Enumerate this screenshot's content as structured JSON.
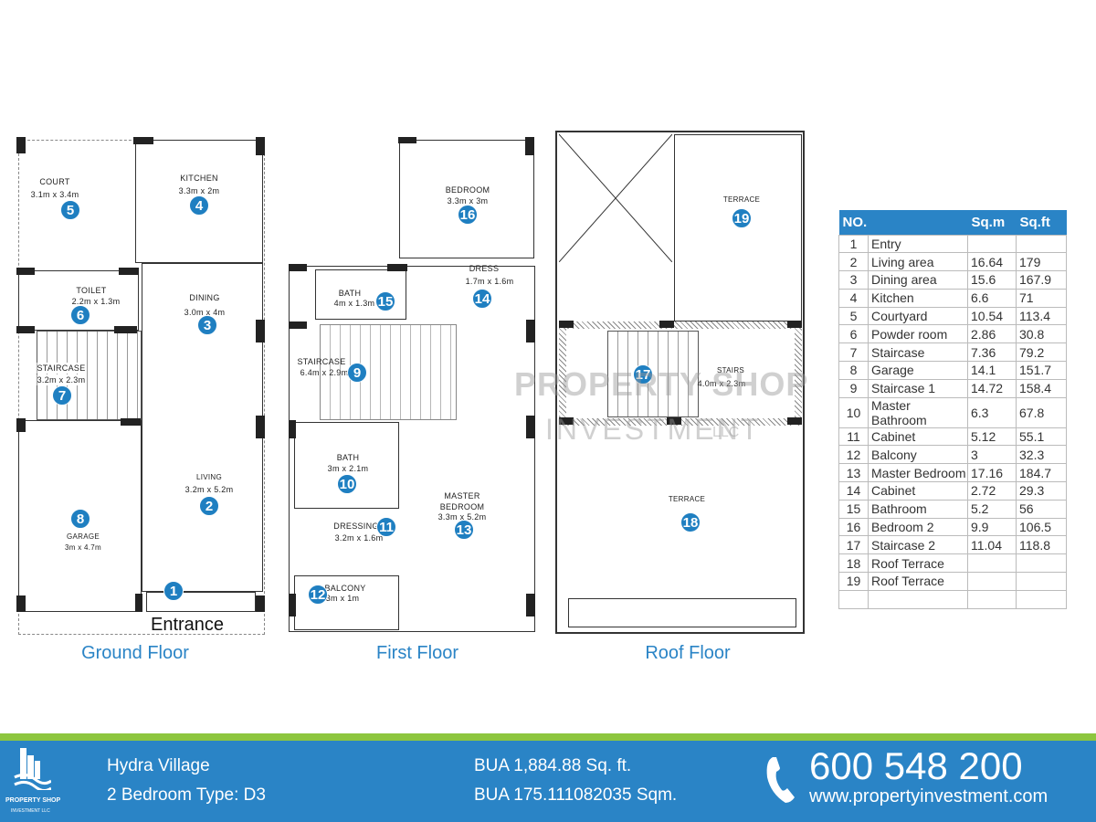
{
  "floors": {
    "ground": {
      "caption": "Ground Floor",
      "entrance": "Entrance",
      "rooms": [
        {
          "name": "COURT",
          "dims": "3.1m x 3.4m",
          "no": "5"
        },
        {
          "name": "KITCHEN",
          "dims": "3.3m x 2m",
          "no": "4"
        },
        {
          "name": "DINING",
          "dims": "3.0m x 4m",
          "no": "3"
        },
        {
          "name": "TOILET",
          "dims": "2.2m x 1.3m",
          "no": "6"
        },
        {
          "name": "STAIRCASE",
          "dims": "3.2m x 2.3m",
          "no": "7"
        },
        {
          "name": "GARAGE",
          "dims": "3m x 4.7m",
          "no": "8"
        },
        {
          "name": "LIVING",
          "dims": "3.2m x 5.2m",
          "no": "2"
        },
        {
          "name": "",
          "dims": "",
          "no": "1"
        }
      ]
    },
    "first": {
      "caption": "First Floor",
      "rooms": [
        {
          "name": "BEDROOM",
          "dims": "3.3m x 3m",
          "no": "16"
        },
        {
          "name": "BATH",
          "dims": "4m x 1.3m",
          "no": "15"
        },
        {
          "name": "DRESS",
          "dims": "1.7m x 1.6m",
          "no": "14"
        },
        {
          "name": "STAIRCASE",
          "dims": "6.4m x 2.9m",
          "no": "9"
        },
        {
          "name": "BATH",
          "dims": "3m x 2.1m",
          "no": "10"
        },
        {
          "name": "DRESSING",
          "dims": "3.2m x 1.6m",
          "no": "11"
        },
        {
          "name": "MASTER BEDROOM",
          "dims": "3.3m x 5.2m",
          "no": "13"
        },
        {
          "name": "BALCONY",
          "dims": "3m x 1m",
          "no": "12"
        }
      ]
    },
    "roof": {
      "caption": "Roof Floor",
      "rooms": [
        {
          "name": "TERRACE",
          "dims": "",
          "no": "19"
        },
        {
          "name": "STAIRS",
          "dims": "4.0m x 2.3m",
          "no": "17"
        },
        {
          "name": "TERRACE",
          "dims": "",
          "no": "18"
        }
      ]
    }
  },
  "watermark": {
    "line1": "PROPERTY SHOP",
    "line2": "INVESTMENT",
    "suffix": "LLC"
  },
  "table": {
    "headers": [
      "NO.",
      "Sq.m",
      "Sq.ft"
    ],
    "rows": [
      [
        "1",
        "Entry",
        "",
        ""
      ],
      [
        "2",
        "Living  area",
        "16.64",
        "179"
      ],
      [
        "3",
        "Dining area",
        "15.6",
        "167.9"
      ],
      [
        "4",
        "Kitchen",
        "6.6",
        "71"
      ],
      [
        "5",
        "Courtyard",
        "10.54",
        "113.4"
      ],
      [
        "6",
        "Powder room",
        "2.86",
        "30.8"
      ],
      [
        "7",
        "Staircase",
        "7.36",
        "79.2"
      ],
      [
        "8",
        "Garage",
        "14.1",
        "151.7"
      ],
      [
        "9",
        "Staircase 1",
        "14.72",
        "158.4"
      ],
      [
        "10",
        "Master Bathroom",
        "6.3",
        "67.8"
      ],
      [
        "11",
        "Cabinet",
        "5.12",
        "55.1"
      ],
      [
        "12",
        "Balcony",
        "3",
        "32.3"
      ],
      [
        "13",
        "Master Bedroom",
        "17.16",
        "184.7"
      ],
      [
        "14",
        "Cabinet",
        "2.72",
        "29.3"
      ],
      [
        "15",
        "Bathroom",
        "5.2",
        "56"
      ],
      [
        "16",
        "Bedroom 2",
        "9.9",
        "106.5"
      ],
      [
        "17",
        "Staircase 2",
        "11.04",
        "118.8"
      ],
      [
        "18",
        "Roof Terrace",
        "",
        ""
      ],
      [
        "19",
        "Roof Terrace",
        "",
        ""
      ],
      [
        "",
        "",
        "",
        ""
      ]
    ]
  },
  "footer": {
    "logo_line1": "PROPERTY SHOP",
    "logo_line2": "INVESTMENT LLC",
    "project": "Hydra Village",
    "type": "2 Bedroom Type: D3",
    "bua_sqft": "BUA 1,884.88  Sq. ft.",
    "bua_sqm": "BUA 175.111082035 Sqm.",
    "phone": "600 548 200",
    "website": "www.propertyinvestment.com"
  },
  "colors": {
    "accent": "#2a84c6",
    "badge": "#1f7fc1",
    "green": "#8dc63f"
  }
}
